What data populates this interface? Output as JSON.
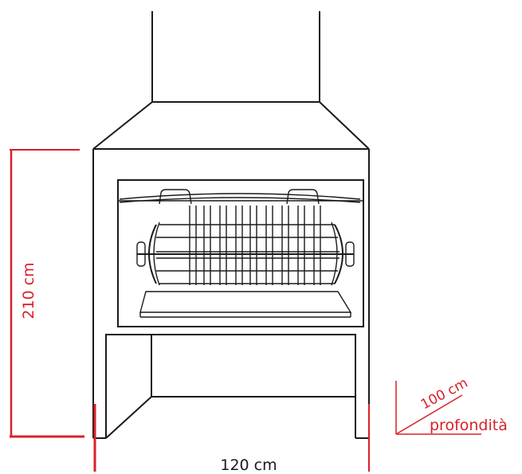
{
  "colors": {
    "outline": "#1a1a1a",
    "dimension": "#d8202a",
    "background": "#ffffff"
  },
  "dimensions": {
    "height": "210 cm",
    "width": "120 cm",
    "depth": "100 cm",
    "depth_caption": "profondità"
  }
}
